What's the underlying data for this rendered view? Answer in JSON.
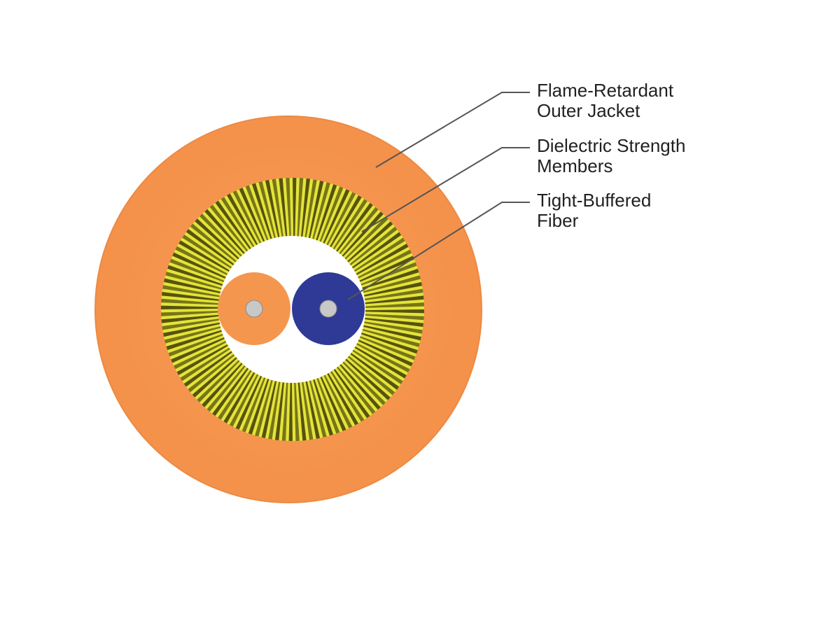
{
  "colors": {
    "jacket": "#f5964f",
    "jacket_edge": "#ec8a43",
    "strength_dark": "#3c3a05",
    "strength_light": "#e4e33a",
    "interior": "#ffffff",
    "fiber_orange": "#f5964f",
    "fiber_blue": "#2e3a96",
    "fiber_core": "#c8c8c8",
    "leader_line": "#555555",
    "label_text": "#231f20"
  },
  "labels": {
    "jacket": {
      "line1": "Flame-Retardant",
      "line2": "Outer Jacket"
    },
    "strength": {
      "line1": "Dielectric Strength",
      "line2": "Members"
    },
    "fiber": {
      "line1": "Tight-Buffered",
      "line2": "Fiber"
    }
  }
}
